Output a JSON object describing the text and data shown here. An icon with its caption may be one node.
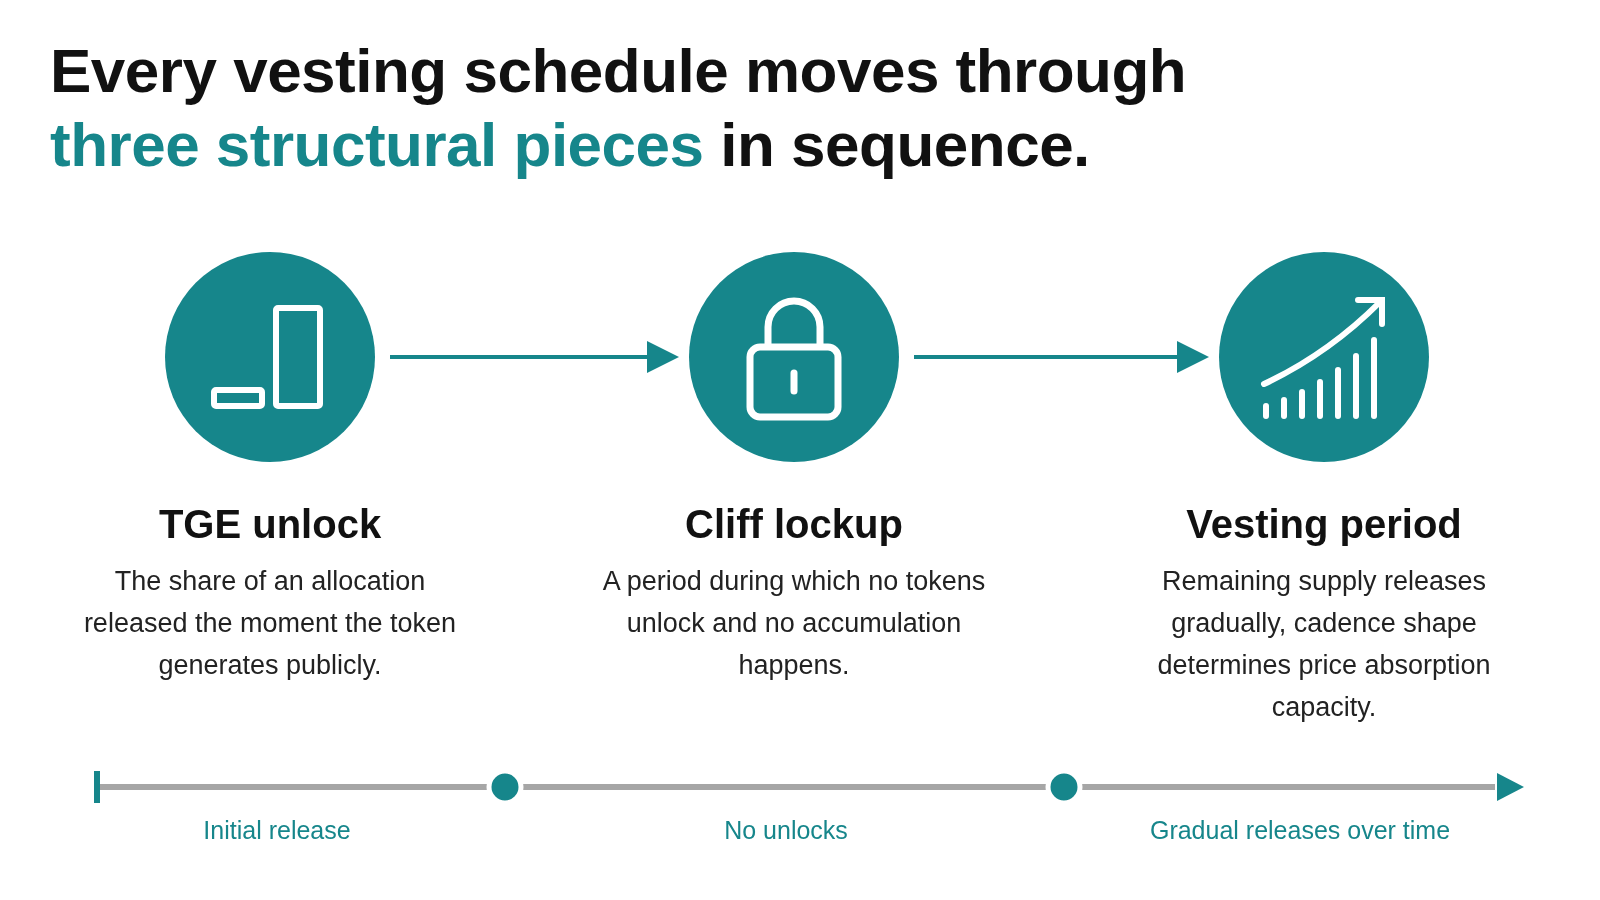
{
  "diagram": {
    "title": "Every vesting schedule moves through **three structural pieces** in sequence.",
    "nodes": [
      {
        "text": [
          "TGE unlock",
          "The share of an allocation released the moment the token generates publicly."
        ]
      },
      {
        "text": [
          "Cliff lockup",
          "A period during which no tokens unlock and no accumulation happens."
        ]
      },
      {
        "text": [
          "Vesting period",
          "Remaining supply releases gradually, cadence shape determines price absorption capacity."
        ]
      }
    ],
    "edges": [
      {
        "from": 0,
        "to": 1,
        "arrow": "to"
      },
      {
        "from": 1,
        "to": 2,
        "arrow": "to"
      }
    ],
    "labels": [
      "Initial release",
      "No unlocks",
      "Gradual releases over time"
    ]
  }
}
